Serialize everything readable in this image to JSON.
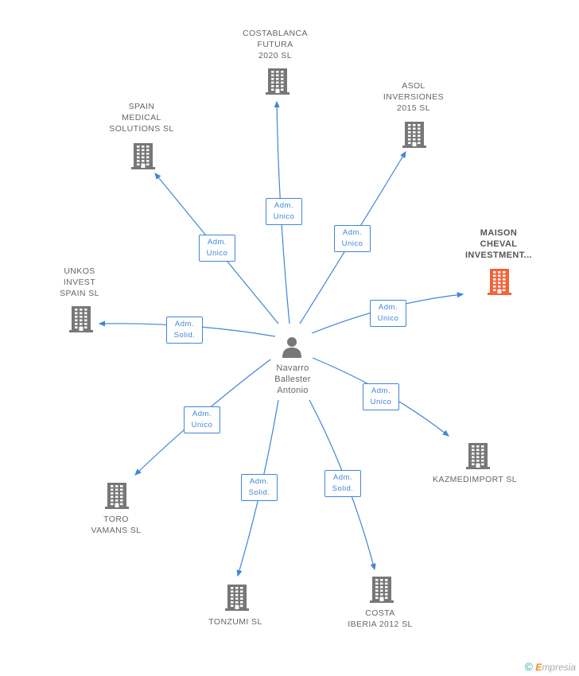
{
  "center": {
    "name": "Navarro\nBallester\nAntonio"
  },
  "companies": [
    {
      "id": "costablanca",
      "name": "COSTABLANCA\nFUTURA\n2020 SL",
      "role": "Adm.\nUnico",
      "highlight": false
    },
    {
      "id": "asol",
      "name": "ASOL\nINVERSIONES\n2015  SL",
      "role": "Adm.\nUnico",
      "highlight": false
    },
    {
      "id": "spain-medical",
      "name": "SPAIN\nMEDICAL\nSOLUTIONS SL",
      "role": "Adm.\nUnico",
      "highlight": false
    },
    {
      "id": "maison",
      "name": "MAISON\nCHEVAL\nINVESTMENT...",
      "role": "Adm.\nUnico",
      "highlight": true
    },
    {
      "id": "unkos",
      "name": "UNKOS\nINVEST\nSPAIN SL",
      "role": "Adm.\nSolid.",
      "highlight": false
    },
    {
      "id": "kazmedimport",
      "name": "KAZMEDIMPORT SL",
      "role": "Adm.\nUnico",
      "highlight": false
    },
    {
      "id": "toro",
      "name": "TORO\nVAMANS SL",
      "role": "Adm.\nUnico",
      "highlight": false
    },
    {
      "id": "tonzumi",
      "name": "TONZUMI SL",
      "role": "Adm.\nSolid.",
      "highlight": false
    },
    {
      "id": "costa-iberia",
      "name": "COSTA\nIBERIA 2012 SL",
      "role": "Adm.\nSolid.",
      "highlight": false
    }
  ],
  "colors": {
    "edge": "#3f86d8",
    "building": "#777777",
    "highlight": "#f2633a",
    "person": "#777777"
  },
  "footer": {
    "copyright": "©",
    "brand_initial": "E",
    "brand_rest": "mpresia"
  }
}
